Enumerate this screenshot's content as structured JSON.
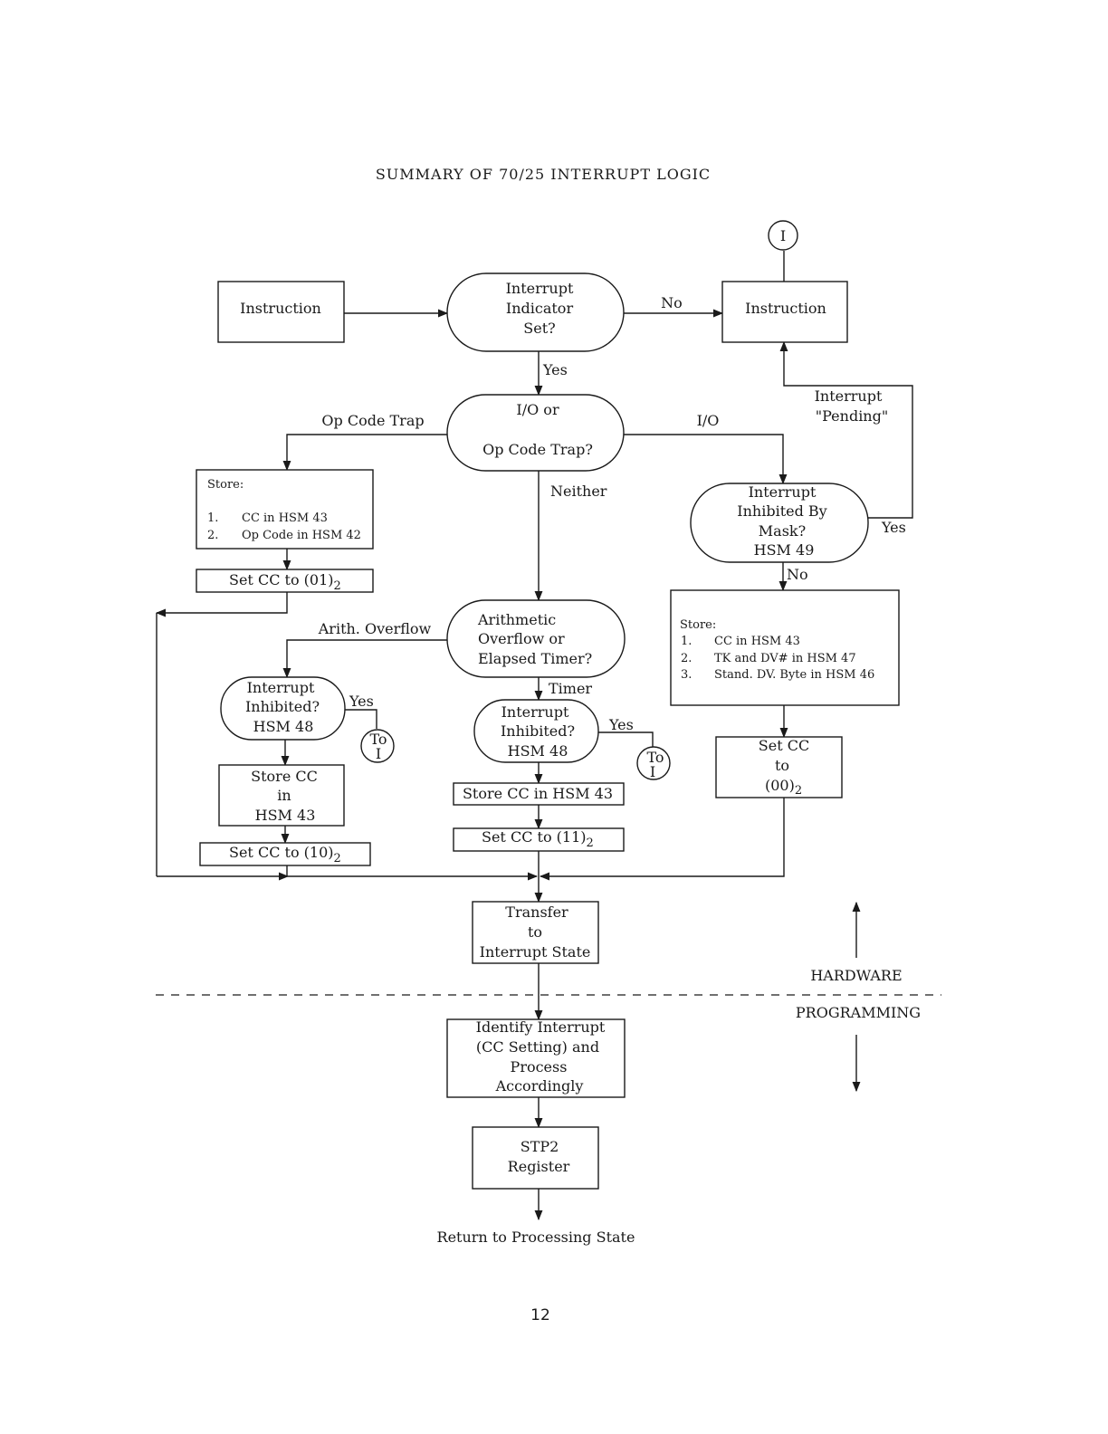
{
  "title": "SUMMARY OF 70/25 INTERRUPT LOGIC",
  "connector_label": "I",
  "nodes": {
    "instruction_left": "Instruction",
    "instruction_right": "Instruction",
    "interrupt_indicator": [
      "Interrupt",
      "Indicator",
      "Set?"
    ],
    "io_or_opcode": [
      "I/O or",
      "Op Code Trap?"
    ],
    "store_opcode": {
      "heading": "Store:",
      "items": [
        {
          "num": "1.",
          "text": "CC in HSM 43"
        },
        {
          "num": "2.",
          "text": "Op Code in HSM 42"
        }
      ]
    },
    "set_cc_01": {
      "text": "Set CC to (01)",
      "sub": "2"
    },
    "interrupt_inhibited_mask": [
      "Interrupt",
      "Inhibited By",
      "Mask?",
      "HSM 49"
    ],
    "store_io": {
      "heading": "Store:",
      "items": [
        {
          "num": "1.",
          "text": "CC in HSM 43"
        },
        {
          "num": "2.",
          "text": "TK and DV# in HSM 47"
        },
        {
          "num": "3.",
          "text": "Stand. DV. Byte in HSM 46"
        }
      ]
    },
    "set_cc_00": {
      "lines": [
        "Set CC",
        "to"
      ],
      "last": "(00)",
      "sub": "2"
    },
    "arith_or_timer": [
      "Arithmetic",
      "Overflow or",
      "Elapsed Timer?"
    ],
    "interrupt_inhibited_48_left": [
      "Interrupt",
      "Inhibited?",
      "HSM 48"
    ],
    "interrupt_inhibited_48_mid": [
      "Interrupt",
      "Inhibited?",
      "HSM 48"
    ],
    "store_cc_left": [
      "Store CC",
      "in",
      "HSM 43"
    ],
    "store_cc_mid": "Store CC in HSM 43",
    "set_cc_10": {
      "text": "Set CC to (10)",
      "sub": "2"
    },
    "set_cc_11": {
      "text": "Set CC to (11)",
      "sub": "2"
    },
    "to_i_left": [
      "To",
      "I"
    ],
    "to_i_mid": [
      "To",
      "I"
    ],
    "transfer": [
      "Transfer",
      "to",
      "Interrupt State"
    ],
    "identify": [
      "Identify Interrupt",
      "(CC Setting) and",
      "Process",
      "Accordingly"
    ],
    "stp2": [
      "STP2",
      "Register"
    ],
    "return": "Return to Processing State"
  },
  "edge_labels": {
    "no_top": "No",
    "yes_top": "Yes",
    "op_code_trap": "Op Code Trap",
    "io": "I/O",
    "neither": "Neither",
    "interrupt_pending": [
      "Interrupt",
      "\"Pending\""
    ],
    "yes_mask": "Yes",
    "no_mask": "No",
    "arith_overflow": "Arith. Overflow",
    "timer": "Timer",
    "yes_left": "Yes",
    "yes_mid": "Yes"
  },
  "legend": {
    "hardware": "HARDWARE",
    "programming": "PROGRAMMING"
  },
  "page_number": "12"
}
